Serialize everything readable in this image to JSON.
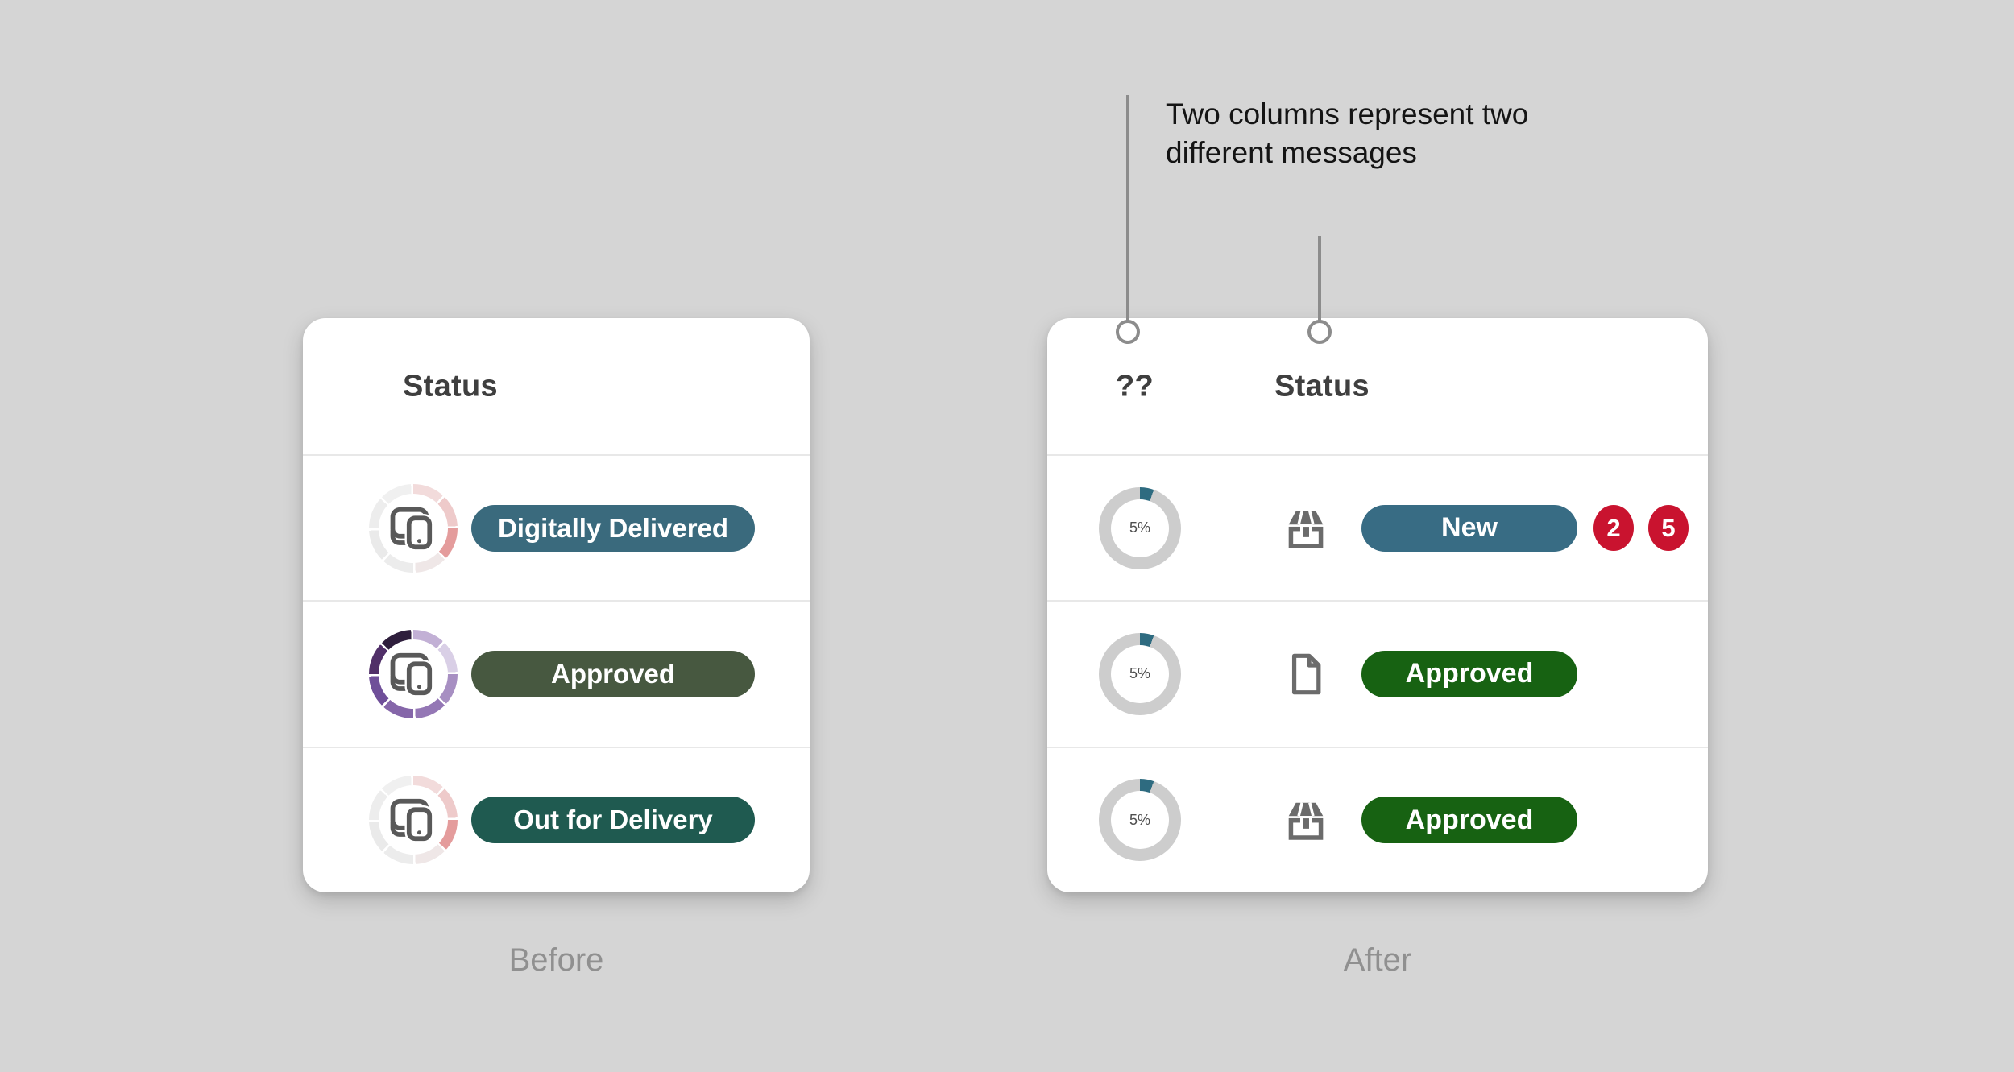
{
  "annotation": {
    "line1": "Two columns represent two",
    "line2": "different messages"
  },
  "before": {
    "header": "Status",
    "caption": "Before",
    "rows": [
      {
        "label": "Digitally Delivered",
        "color": "#3a6a7d",
        "ring": "pink-red-segmented-ring",
        "icon": "connected-devices-icon"
      },
      {
        "label": "Approved",
        "color": "#475840",
        "ring": "purple-segmented-ring",
        "icon": "connected-devices-icon"
      },
      {
        "label": "Out for Delivery",
        "color": "#1f5a50",
        "ring": "pink-red-segmented-ring",
        "icon": "connected-devices-icon"
      }
    ]
  },
  "after": {
    "header_col1": "??",
    "header_col2": "Status",
    "caption": "After",
    "rows": [
      {
        "progress": "5%",
        "progress_pct": 5.5,
        "icon": "package-icon",
        "label": "New",
        "color": "#386c84",
        "badges": [
          "2",
          "5"
        ]
      },
      {
        "progress": "5%",
        "progress_pct": 5.5,
        "icon": "document-icon",
        "label": "Approved",
        "color": "#176212",
        "badges": []
      },
      {
        "progress": "5%",
        "progress_pct": 5.5,
        "icon": "package-icon",
        "label": "Approved",
        "color": "#176212",
        "badges": []
      }
    ]
  },
  "colors": {
    "background": "#d5d5d5",
    "card": "#ffffff",
    "divider": "#e8e8e8",
    "header_text": "#3f3f3f",
    "caption_text": "#909090",
    "badge_red": "#c9132f",
    "donut_fill": "#2e6b80",
    "donut_track": "#cdcdcd",
    "annotation_line": "#8c8c8c",
    "pill_text": "#ffffff"
  }
}
